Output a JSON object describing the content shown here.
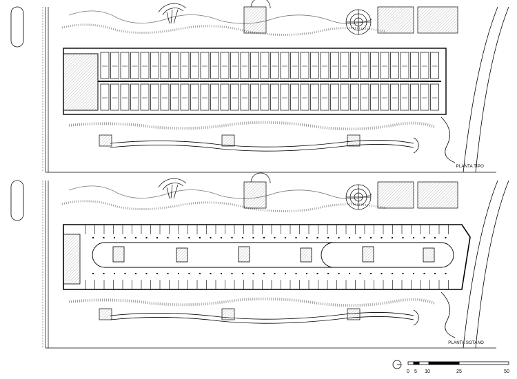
{
  "plans": [
    {
      "id": "tipo",
      "title": "PLANTA TIPO"
    },
    {
      "id": "sotano",
      "title": "PLANTA SOTANO"
    }
  ],
  "scale_bar": {
    "ticks": [
      "0",
      "5",
      "10",
      "25",
      "50"
    ]
  },
  "colors": {
    "line": "#000000",
    "fine": "#6b6b6b",
    "hatch": "#9a9a9a",
    "paper": "#ffffff"
  }
}
